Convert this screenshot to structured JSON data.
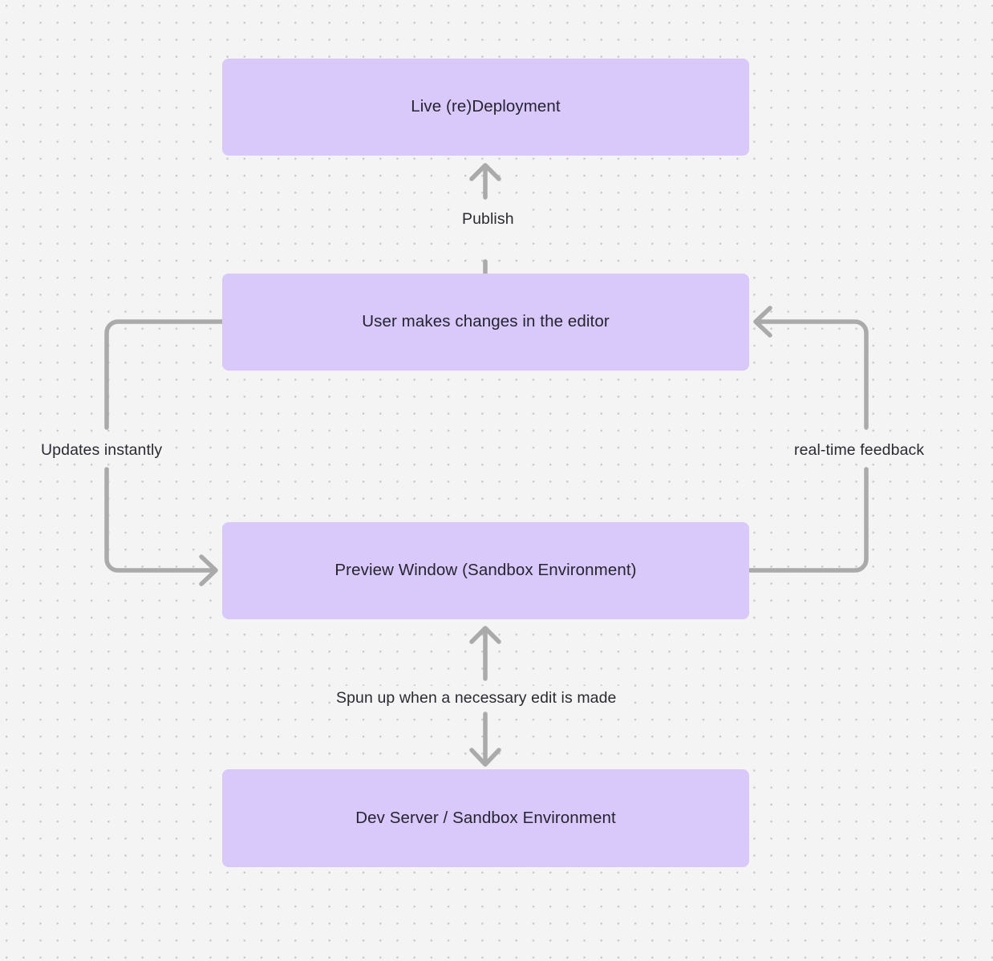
{
  "diagram": {
    "type": "flowchart",
    "background_color": "#f4f4f4",
    "node_color": "#d9c8fa",
    "edge_color": "#aaaaaa",
    "text_color": "#262430",
    "nodes": [
      {
        "id": "live-deployment",
        "label": "Live (re)Deployment"
      },
      {
        "id": "user-edits",
        "label": "User makes changes in the editor"
      },
      {
        "id": "preview-window",
        "label": "Preview Window (Sandbox Environment)"
      },
      {
        "id": "dev-server",
        "label": "Dev Server / Sandbox Environment"
      }
    ],
    "edges": [
      {
        "id": "publish",
        "from": "user-edits",
        "to": "live-deployment",
        "label": "Publish",
        "direction": "up"
      },
      {
        "id": "updates",
        "from": "user-edits",
        "to": "preview-window",
        "label": "Updates instantly",
        "direction": "down-left-loop"
      },
      {
        "id": "realtime",
        "from": "preview-window",
        "to": "user-edits",
        "label": "real-time feedback",
        "direction": "up-right-loop"
      },
      {
        "id": "spunup",
        "from": "dev-server",
        "to": "preview-window",
        "label": "Spun up when a necessary edit is made",
        "direction": "bidirectional"
      }
    ]
  }
}
